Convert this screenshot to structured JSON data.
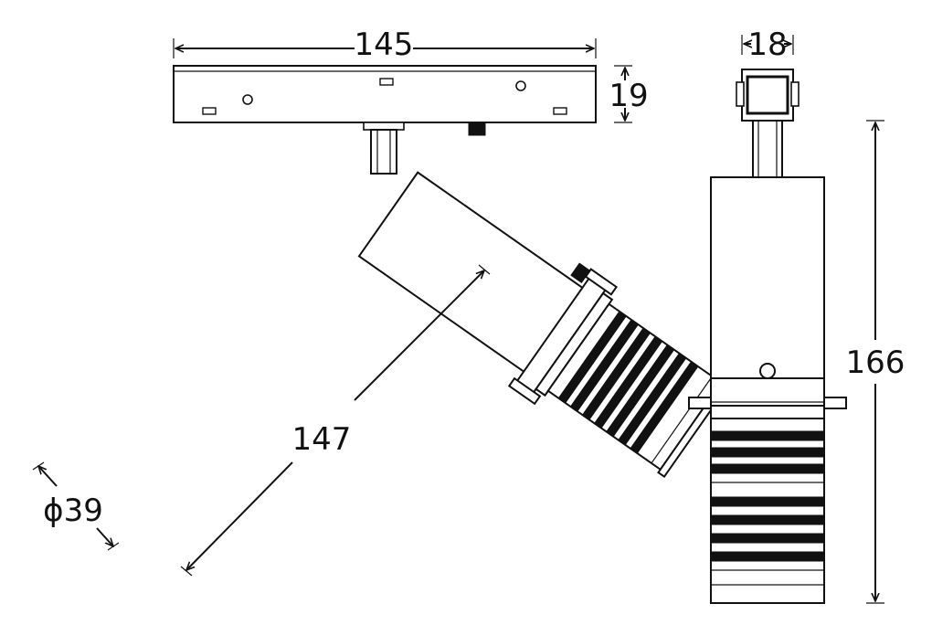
{
  "dimensions": {
    "rail_length": "145",
    "rail_height": "19",
    "adapter_width": "18",
    "body_length": "147",
    "head_diameter": "ϕ39",
    "total_height": "166"
  },
  "colors": {
    "line": "#111111",
    "background": "#ffffff"
  }
}
